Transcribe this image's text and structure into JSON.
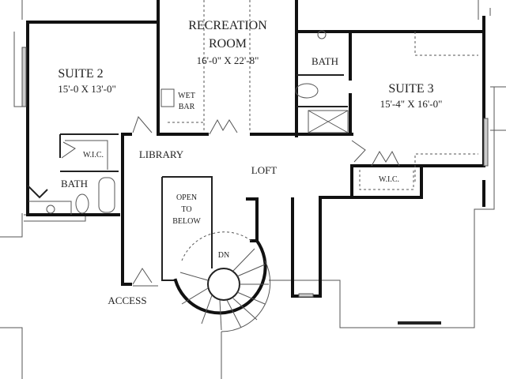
{
  "rooms": {
    "recreation": {
      "name_line1": "RECREATION",
      "name_line2": "ROOM",
      "size": "16'-0\" X 22'-8\""
    },
    "suite2": {
      "name": "SUITE 2",
      "size": "15'-0 X 13'-0\""
    },
    "suite3": {
      "name": "SUITE 3",
      "size": "15'-4\" X 16'-0\""
    },
    "bath_suite3": "BATH",
    "bath_suite2": "BATH",
    "wic_suite2": "W.I.C.",
    "wic_suite3": "W.I.C.",
    "wet_bar_line1": "WET",
    "wet_bar_line2": "BAR",
    "library": "LIBRARY",
    "loft": "LOFT",
    "open_line1": "OPEN",
    "open_line2": "TO",
    "open_line3": "BELOW",
    "stair_dn": "DN",
    "access": "ACCESS"
  }
}
